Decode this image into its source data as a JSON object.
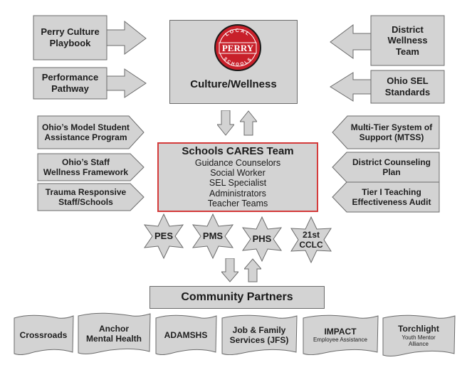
{
  "center": {
    "title": "Culture/Wellness",
    "logo_top": "LOCAL",
    "logo_main": "PERRY",
    "logo_bottom": "SCHOOLS"
  },
  "left_inputs": [
    {
      "line1": "Perry Culture",
      "line2": "Playbook"
    },
    {
      "line1": "Performance",
      "line2": "Pathway"
    }
  ],
  "right_inputs": [
    {
      "line1": "District",
      "line2": "Wellness",
      "line3": "Team"
    },
    {
      "line1": "Ohio SEL",
      "line2": "Standards"
    }
  ],
  "left_frameworks": [
    {
      "line1": "Ohio’s Model Student",
      "line2": "Assistance Program"
    },
    {
      "line1": "Ohio’s Staff",
      "line2": "Wellness Framework"
    },
    {
      "line1": "Trauma Responsive",
      "line2": "Staff/Schools"
    }
  ],
  "right_frameworks": [
    {
      "line1": "Multi-Tier System of",
      "line2": "Support (MTSS)"
    },
    {
      "line1": "District Counseling",
      "line2": "Plan"
    },
    {
      "line1": "Tier I Teaching",
      "line2": "Effectiveness Audit"
    }
  ],
  "cares": {
    "title": "Schools CARES Team",
    "members": [
      "Guidance Counselors",
      "Social Worker",
      "SEL Specialist",
      "Administrators",
      "Teacher Teams"
    ]
  },
  "schools": [
    {
      "label": "PES"
    },
    {
      "label": "PMS"
    },
    {
      "label": "PHS"
    },
    {
      "line1": "21st",
      "line2": "CCLC"
    }
  ],
  "community": {
    "title": "Community Partners",
    "partners": [
      {
        "line1": "Crossroads"
      },
      {
        "line1": "Anchor",
        "line2": "Mental Health"
      },
      {
        "line1": "ADAMSHS"
      },
      {
        "line1": "Job & Family",
        "line2": "Services (JFS)"
      },
      {
        "line1": "IMPACT",
        "sub": "Employee Assistance"
      },
      {
        "line1": "Torchlight",
        "sub1": "Youth Mentor",
        "sub2": "Alliance"
      }
    ]
  },
  "colors": {
    "fill": "#d3d3d3",
    "stroke": "#6b6b6b",
    "cares_border": "#d43b3b",
    "logo_red": "#c8202a"
  }
}
